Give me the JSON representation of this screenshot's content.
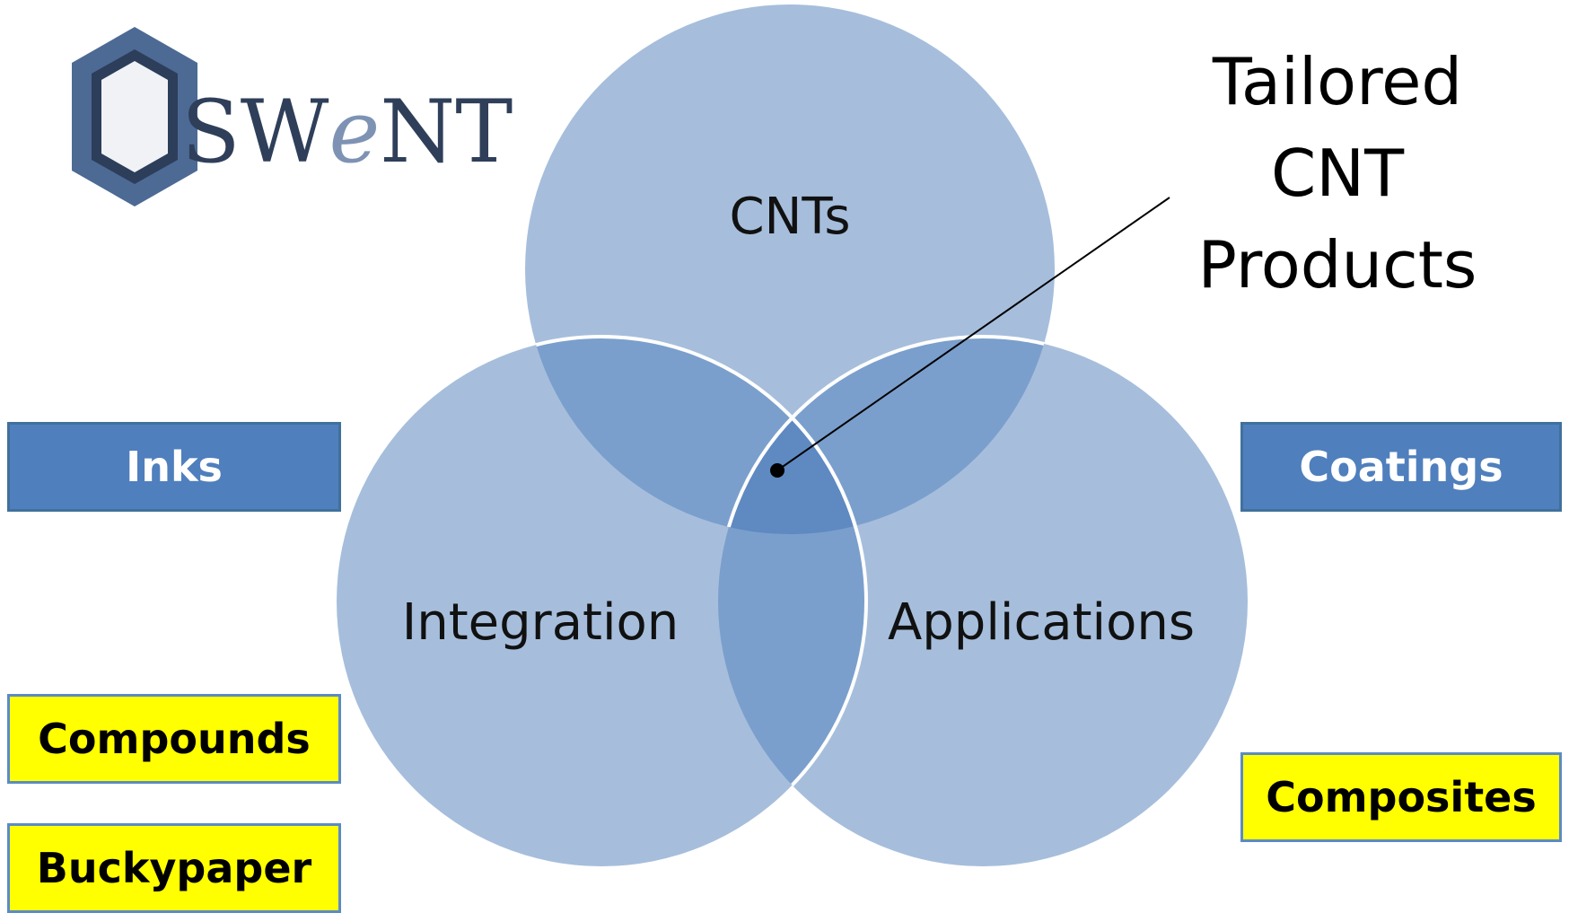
{
  "logo": {
    "prefix": "SW",
    "italic": "e",
    "suffix": "NT",
    "colors": {
      "main": "#2f3f5a",
      "accent": "#7e93b3",
      "hex_outer": "#4c6a94",
      "hex_inner": "#f0f2f5"
    }
  },
  "venn": {
    "circles": {
      "top": "CNTs",
      "left": "Integration",
      "right": "Applications"
    },
    "colors": {
      "circle": "#a6bedc",
      "overlap": "#7b9fcc",
      "center": "#5f89c1",
      "outline": "#ffffff"
    }
  },
  "callout": {
    "lines": [
      "Tailored",
      "CNT",
      "Products"
    ]
  },
  "boxes": {
    "inks": "Inks",
    "coatings": "Coatings",
    "compounds": "Compounds",
    "buckypaper": "Buckypaper",
    "composites": "Composites"
  }
}
